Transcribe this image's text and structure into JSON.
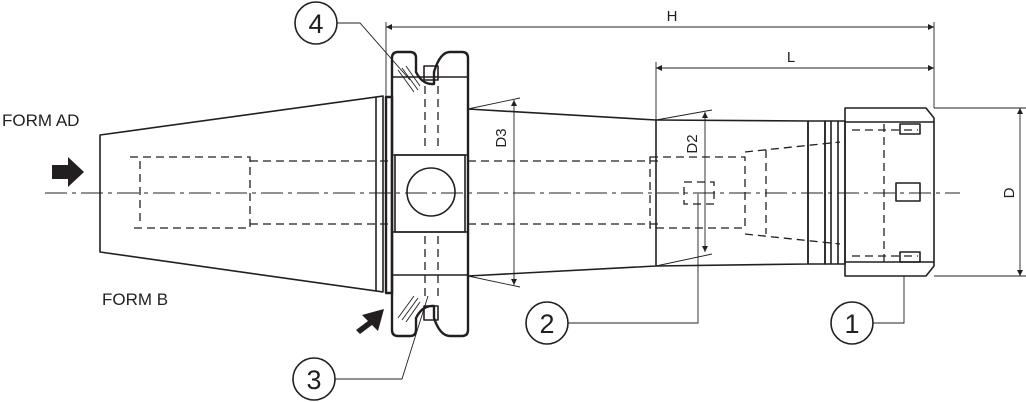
{
  "labels": {
    "form_ad": "FORM AD",
    "form_b": "FORM B",
    "dim_h": "H",
    "dim_l": "L",
    "dim_d": "D",
    "dim_d2": "D2",
    "dim_d3": "D3"
  },
  "callouts": [
    "1",
    "2",
    "3",
    "4"
  ],
  "colors": {
    "line": "#231f20",
    "background": "#ffffff"
  }
}
